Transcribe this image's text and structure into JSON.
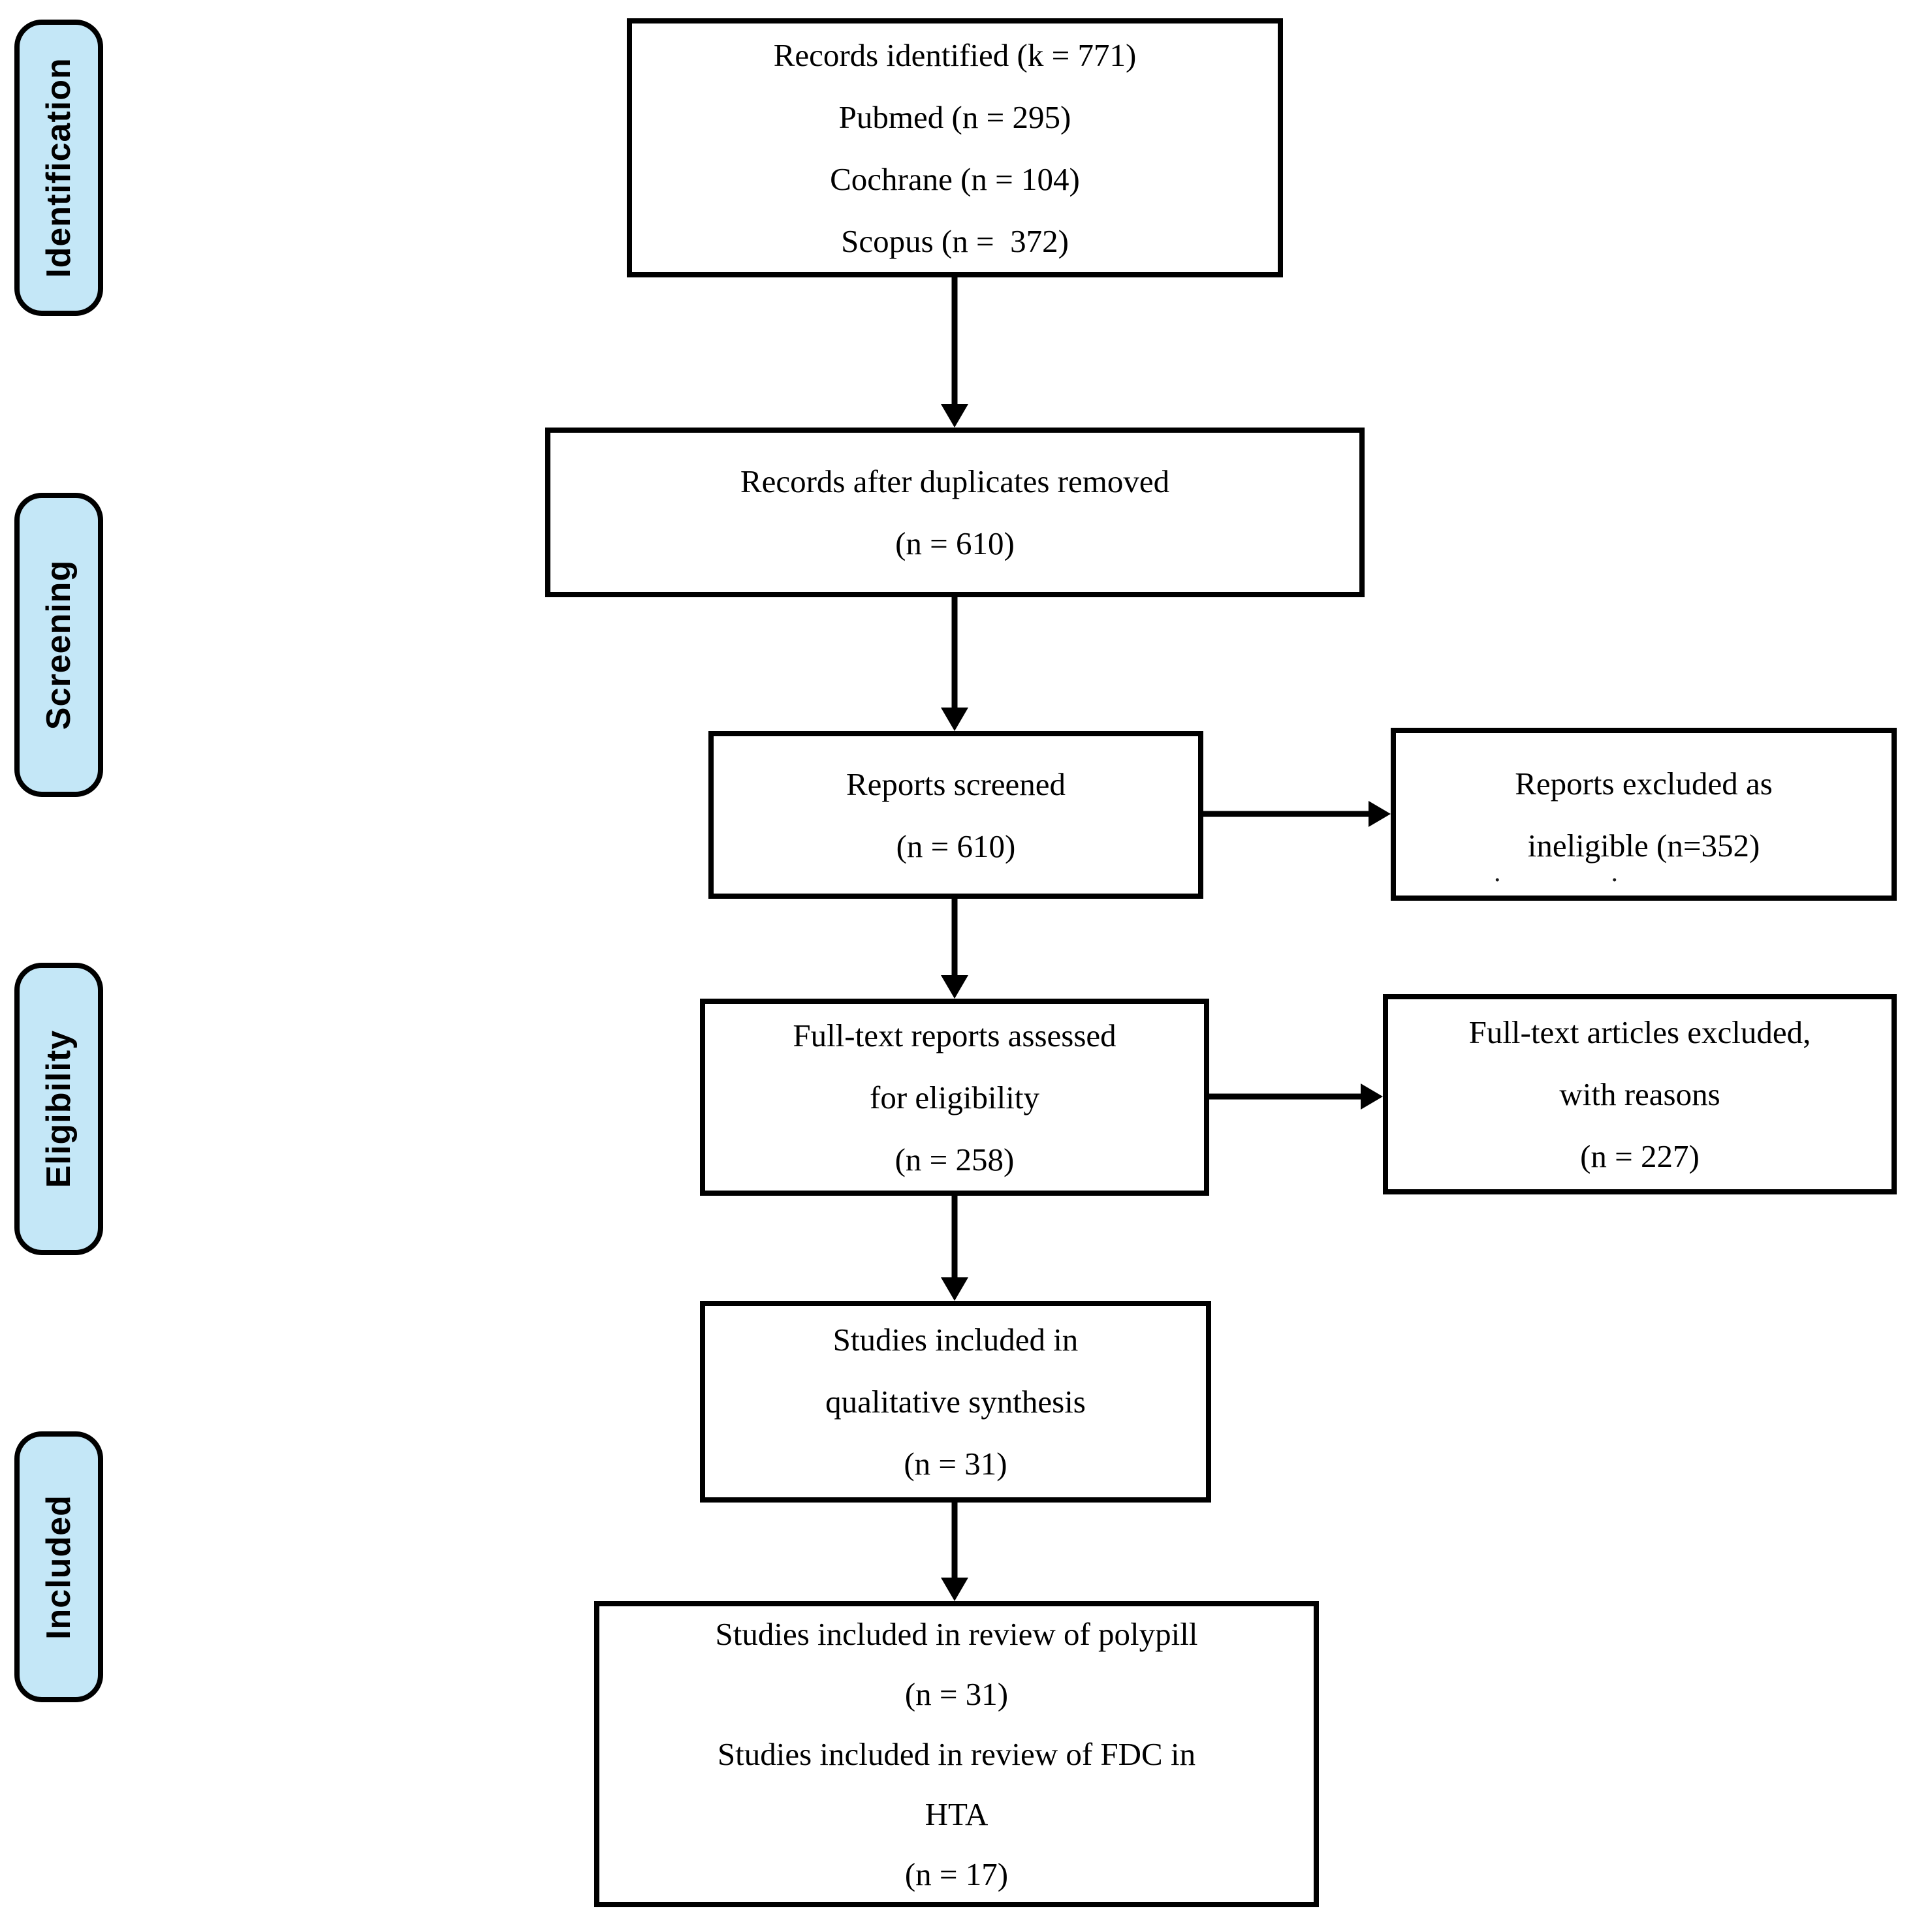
{
  "colors": {
    "sidebar_fill": "#c4e7f7",
    "box_border": "#000000",
    "background": "#ffffff",
    "text": "#000000"
  },
  "sidebar": {
    "stages": [
      {
        "label": "Identification"
      },
      {
        "label": "Screening"
      },
      {
        "label": "Eligibility"
      },
      {
        "label": "Included"
      }
    ]
  },
  "flow": {
    "identified": {
      "lines": [
        "Records identified (k = 771)",
        "Pubmed (n = 295)",
        "Cochrane (n = 104)",
        "Scopus (n =  372)"
      ]
    },
    "deduplicated": {
      "lines": [
        "Records after duplicates removed",
        "(n = 610)"
      ]
    },
    "screened": {
      "lines": [
        "Reports screened",
        "(n = 610)"
      ]
    },
    "excluded_screening": {
      "lines": [
        "Reports excluded as",
        "ineligible (n=352)"
      ],
      "stray_dots": [
        ".",
        "."
      ]
    },
    "fulltext_assessed": {
      "lines": [
        "Full-text reports assessed",
        "for eligibility",
        "(n = 258)"
      ]
    },
    "fulltext_excluded": {
      "lines": [
        "Full-text articles excluded,",
        "with reasons",
        "(n = 227)"
      ]
    },
    "qualitative": {
      "lines": [
        "Studies included in",
        "qualitative synthesis",
        "(n = 31)"
      ]
    },
    "final_included": {
      "lines": [
        "Studies included in review of polypill",
        "(n = 31)",
        "Studies included in review of FDC in",
        "HTA",
        "(n = 17)"
      ]
    }
  }
}
